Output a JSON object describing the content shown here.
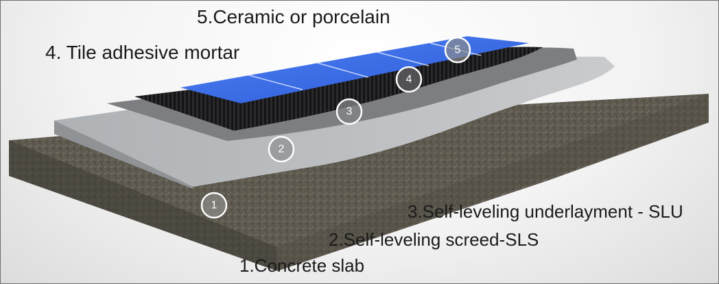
{
  "labels": {
    "layer5": "5.Ceramic or porcelain",
    "layer4": "4. Tile adhesive mortar",
    "layer3": "3.Self-leveling underlayment - SLU",
    "layer2": "2.Self-leveling screed-SLS",
    "layer1": "1.Concrete slab"
  },
  "badges": [
    "1",
    "2",
    "3",
    "4",
    "5"
  ],
  "colors": {
    "concrete": "#5b584d",
    "screed": "#b9bdc0",
    "underlayment": "#7e7f82",
    "adhesive": "#2a2a2c",
    "tile": "#3a6ee8"
  }
}
